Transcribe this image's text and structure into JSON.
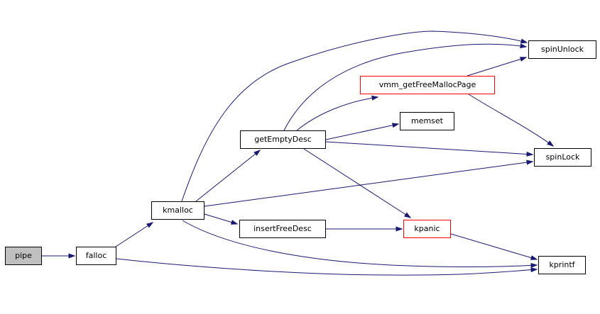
{
  "graph": {
    "type": "call-graph",
    "nodes": {
      "pipe": {
        "label": "pipe",
        "fill": "#c0c0c0",
        "border": "#000000",
        "role": "current"
      },
      "falloc": {
        "label": "falloc",
        "fill": "#ffffff",
        "border": "#000000"
      },
      "kmalloc": {
        "label": "kmalloc",
        "fill": "#ffffff",
        "border": "#000000"
      },
      "insertFreeDesc": {
        "label": "insertFreeDesc",
        "fill": "#ffffff",
        "border": "#000000"
      },
      "getEmptyDesc": {
        "label": "getEmptyDesc",
        "fill": "#ffffff",
        "border": "#000000"
      },
      "vmm_getFreeMallocPage": {
        "label": "vmm_getFreeMallocPage",
        "fill": "#ffffff",
        "border": "#ff0000"
      },
      "memset": {
        "label": "memset",
        "fill": "#ffffff",
        "border": "#000000"
      },
      "spinUnlock": {
        "label": "spinUnlock",
        "fill": "#ffffff",
        "border": "#000000"
      },
      "spinLock": {
        "label": "spinLock",
        "fill": "#ffffff",
        "border": "#000000"
      },
      "kpanic": {
        "label": "kpanic",
        "fill": "#ffffff",
        "border": "#ff0000"
      },
      "kprintf": {
        "label": "kprintf",
        "fill": "#ffffff",
        "border": "#000000"
      }
    },
    "edges": [
      {
        "from": "pipe",
        "to": "falloc"
      },
      {
        "from": "falloc",
        "to": "kmalloc"
      },
      {
        "from": "falloc",
        "to": "kprintf"
      },
      {
        "from": "kmalloc",
        "to": "getEmptyDesc"
      },
      {
        "from": "kmalloc",
        "to": "insertFreeDesc"
      },
      {
        "from": "kmalloc",
        "to": "spinUnlock"
      },
      {
        "from": "kmalloc",
        "to": "spinLock"
      },
      {
        "from": "kmalloc",
        "to": "kprintf"
      },
      {
        "from": "getEmptyDesc",
        "to": "vmm_getFreeMallocPage"
      },
      {
        "from": "getEmptyDesc",
        "to": "memset"
      },
      {
        "from": "getEmptyDesc",
        "to": "spinUnlock"
      },
      {
        "from": "getEmptyDesc",
        "to": "spinLock"
      },
      {
        "from": "getEmptyDesc",
        "to": "kpanic"
      },
      {
        "from": "insertFreeDesc",
        "to": "kpanic"
      },
      {
        "from": "vmm_getFreeMallocPage",
        "to": "spinUnlock"
      },
      {
        "from": "vmm_getFreeMallocPage",
        "to": "spinLock"
      },
      {
        "from": "kpanic",
        "to": "kprintf"
      }
    ],
    "colors": {
      "edge": "#191970",
      "background": "#ffffff",
      "node_border": "#000000",
      "highlight_border": "#ff0000",
      "current_fill": "#c0c0c0"
    }
  }
}
